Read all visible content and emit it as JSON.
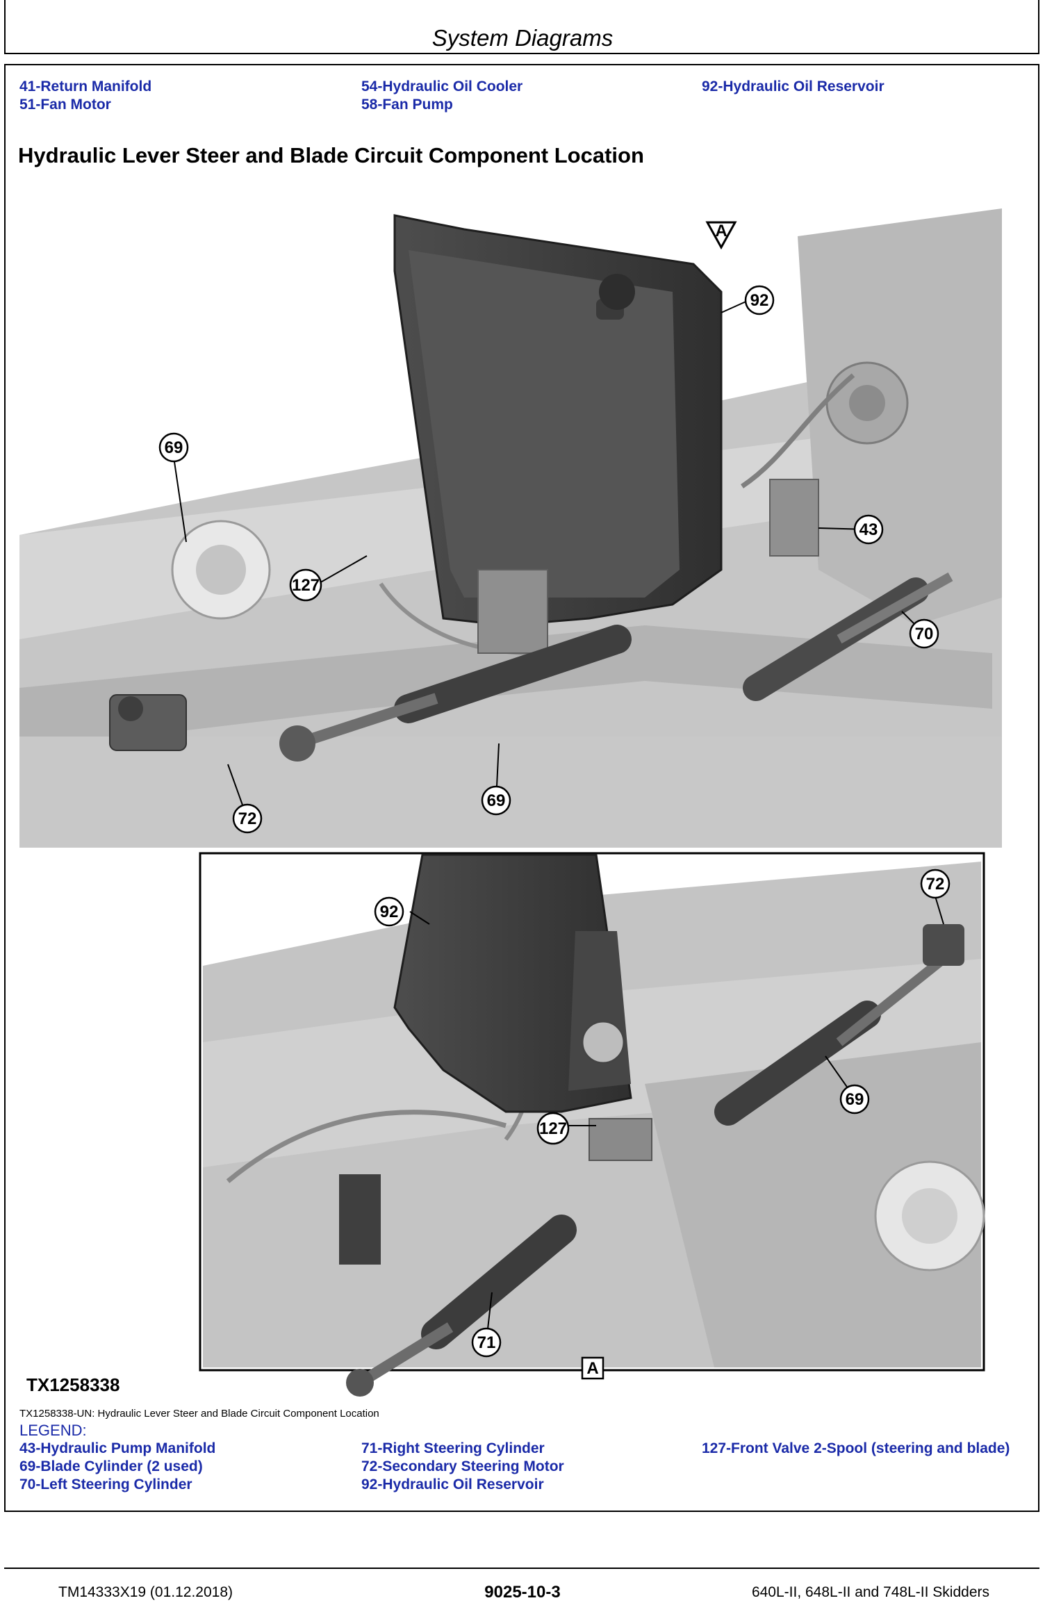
{
  "header": {
    "title": "System Diagrams"
  },
  "top_legend": [
    [
      "41-Return Manifold",
      "54-Hydraulic Oil Cooler",
      "92-Hydraulic Oil Reservoir"
    ],
    [
      "51-Fan Motor",
      "58-Fan Pump",
      ""
    ]
  ],
  "section_title": "Hydraulic Lever Steer and Blade Circuit Component Location",
  "figure": {
    "id": "TX1258338",
    "view_marker": "A",
    "callouts_top": [
      "92",
      "69",
      "127",
      "43",
      "70",
      "69",
      "72"
    ],
    "callouts_inset": [
      "92",
      "72",
      "69",
      "127",
      "71"
    ]
  },
  "caption": "TX1258338-UN: Hydraulic Lever Steer and Blade Circuit Component Location",
  "legend_label": "LEGEND:",
  "bottom_legend": [
    [
      "43-Hydraulic Pump Manifold",
      "71-Right Steering Cylinder",
      "127-Front Valve 2-Spool (steering and blade)"
    ],
    [
      "69-Blade Cylinder (2 used)",
      "72-Secondary Steering Motor",
      ""
    ],
    [
      "70-Left Steering Cylinder",
      "92-Hydraulic Oil Reservoir",
      ""
    ]
  ],
  "footer": {
    "left": "TM14333X19 (01.12.2018)",
    "center": "9025-10-3",
    "right": "640L-II, 648L-II and 748L-II Skidders"
  }
}
